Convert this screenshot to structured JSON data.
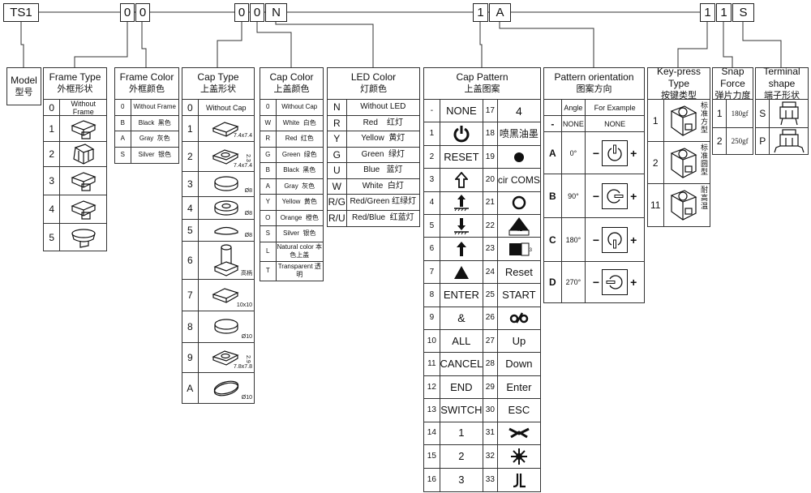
{
  "code_segments": [
    "TS1",
    "0",
    "0",
    "0",
    "0",
    "N",
    "1",
    "A",
    "1",
    "1",
    "S"
  ],
  "model": {
    "en": "Model",
    "zh": "型号"
  },
  "frame_type": {
    "en": "Frame Type",
    "zh": "外框形状",
    "rows": [
      [
        {
          "t": "0"
        },
        {
          "t": "Without Frame"
        }
      ],
      [
        {
          "t": "1"
        },
        {
          "icon": "frame-1-icon"
        }
      ],
      [
        {
          "t": "2"
        },
        {
          "icon": "frame-2-icon"
        }
      ],
      [
        {
          "t": "3"
        },
        {
          "icon": "frame-3-icon"
        }
      ],
      [
        {
          "t": "4"
        },
        {
          "icon": "frame-4-icon"
        }
      ],
      [
        {
          "t": "5"
        },
        {
          "icon": "frame-5-icon"
        }
      ]
    ]
  },
  "frame_color": {
    "en": "Frame Color",
    "zh": "外框颜色",
    "rows": [
      [
        {
          "t": "0"
        },
        {
          "t": "Without Frame"
        }
      ],
      [
        {
          "t": "B"
        },
        {
          "t": "Black  黑色"
        }
      ],
      [
        {
          "t": "A"
        },
        {
          "t": "Gray  灰色"
        }
      ],
      [
        {
          "t": "S"
        },
        {
          "t": "Silver  银色"
        }
      ]
    ]
  },
  "cap_type": {
    "en": "Cap Type",
    "zh": "上盖形状",
    "rows": [
      [
        {
          "t": "0"
        },
        {
          "t": "Without Cap"
        }
      ],
      [
        {
          "t": "1"
        },
        {
          "icon": "square-cap-icon",
          "dim": "7.4x7.4"
        }
      ],
      [
        {
          "t": "2"
        },
        {
          "icon": "square-hole-cap-icon",
          "dim": "7.4x7.4",
          "dim2": "2.3"
        }
      ],
      [
        {
          "t": "3"
        },
        {
          "icon": "round-cap-icon",
          "dim": "Ø8"
        }
      ],
      [
        {
          "t": "4"
        },
        {
          "icon": "ring-cap-icon",
          "dim": "Ø8"
        }
      ],
      [
        {
          "t": "5"
        },
        {
          "icon": "flat-round-cap-icon",
          "dim": "Ø8"
        }
      ],
      [
        {
          "t": "6"
        },
        {
          "icon": "tall-cap-icon",
          "dim": "高柄"
        }
      ],
      [
        {
          "t": "7"
        },
        {
          "icon": "large-square-cap-icon",
          "dim": "10x10"
        }
      ],
      [
        {
          "t": "8"
        },
        {
          "icon": "large-round-cap-icon",
          "dim": "Ø10"
        }
      ],
      [
        {
          "t": "9"
        },
        {
          "icon": "square-hole-cap-icon",
          "dim": "7.8x7.8",
          "dim2": "2.9"
        }
      ],
      [
        {
          "t": "A"
        },
        {
          "icon": "tilted-round-cap-icon",
          "dim": "Ø10"
        }
      ]
    ]
  },
  "cap_color": {
    "en": "Cap Color",
    "zh": "上盖颜色",
    "rows": [
      [
        {
          "t": "0"
        },
        {
          "t": "Without Cap"
        }
      ],
      [
        {
          "t": "W"
        },
        {
          "t": "White  白色"
        }
      ],
      [
        {
          "t": "R"
        },
        {
          "t": "Red  红色"
        }
      ],
      [
        {
          "t": "G"
        },
        {
          "t": "Green  绿色"
        }
      ],
      [
        {
          "t": "B"
        },
        {
          "t": "Black  黑色"
        }
      ],
      [
        {
          "t": "A"
        },
        {
          "t": "Gray  灰色"
        }
      ],
      [
        {
          "t": "Y"
        },
        {
          "t": "Yellow  黄色"
        }
      ],
      [
        {
          "t": "O"
        },
        {
          "t": "Orange  橙色"
        }
      ],
      [
        {
          "t": "S"
        },
        {
          "t": "Silver  银色"
        }
      ],
      [
        {
          "t": "L"
        },
        {
          "t": "Natural color 本色上盖"
        }
      ],
      [
        {
          "t": "T"
        },
        {
          "t": "Transparent 透明"
        }
      ]
    ]
  },
  "led_color": {
    "en": "LED Color",
    "zh": "灯颜色",
    "rows": [
      [
        {
          "t": "N"
        },
        {
          "t": "Without LED"
        }
      ],
      [
        {
          "t": "R"
        },
        {
          "t": "Red    红灯"
        }
      ],
      [
        {
          "t": "Y"
        },
        {
          "t": "Yellow  黄灯"
        }
      ],
      [
        {
          "t": "G"
        },
        {
          "t": "Green  绿灯"
        }
      ],
      [
        {
          "t": "U"
        },
        {
          "t": "Blue   蓝灯"
        }
      ],
      [
        {
          "t": "W"
        },
        {
          "t": "White  白灯"
        }
      ],
      [
        {
          "t": "R/G"
        },
        {
          "t": "Red/Green 红绿灯"
        }
      ],
      [
        {
          "t": "R/U"
        },
        {
          "t": "Red/Blue  红蓝灯"
        }
      ]
    ]
  },
  "cap_pattern": {
    "en": "Cap Pattern",
    "zh": "上盖图案",
    "rows": [
      [
        {
          "t": "-"
        },
        {
          "t": "NONE"
        },
        {
          "t": "17"
        },
        {
          "t": "4",
          "c": "big"
        }
      ],
      [
        {
          "t": "1"
        },
        {
          "icon": "power-icon"
        },
        {
          "t": "18"
        },
        {
          "t": "喷黑油墨",
          "c": "med"
        }
      ],
      [
        {
          "t": "2"
        },
        {
          "t": "RESET"
        },
        {
          "t": "19"
        },
        {
          "icon": "filled-circle-icon"
        }
      ],
      [
        {
          "t": "3"
        },
        {
          "icon": "hollow-up-arrow-icon"
        },
        {
          "t": "20"
        },
        {
          "t": "cir COMS"
        }
      ],
      [
        {
          "t": "4"
        },
        {
          "icon": "up-arrow-ground-icon"
        },
        {
          "t": "21"
        },
        {
          "icon": "hollow-circle-icon"
        }
      ],
      [
        {
          "t": "5"
        },
        {
          "icon": "down-arrow-ground-icon"
        },
        {
          "t": "22"
        },
        {
          "icon": "triangle-4-2-icon",
          "dim": "4.2"
        }
      ],
      [
        {
          "t": "6"
        },
        {
          "icon": "up-arrow-icon"
        },
        {
          "t": "23"
        },
        {
          "icon": "square-3-icon",
          "dim": "3"
        }
      ],
      [
        {
          "t": "7"
        },
        {
          "icon": "filled-triangle-icon"
        },
        {
          "t": "24"
        },
        {
          "t": "Reset"
        }
      ],
      [
        {
          "t": "8"
        },
        {
          "t": "ENTER"
        },
        {
          "t": "25"
        },
        {
          "t": "START"
        }
      ],
      [
        {
          "t": "9"
        },
        {
          "t": "&",
          "c": "big"
        },
        {
          "t": "26"
        },
        {
          "icon": "percent-symbol-icon"
        }
      ],
      [
        {
          "t": "10"
        },
        {
          "t": "ALL"
        },
        {
          "t": "27"
        },
        {
          "t": "Up"
        }
      ],
      [
        {
          "t": "11"
        },
        {
          "t": "CANCEL"
        },
        {
          "t": "28"
        },
        {
          "t": "Down"
        }
      ],
      [
        {
          "t": "12"
        },
        {
          "t": "END"
        },
        {
          "t": "29"
        },
        {
          "t": "Enter"
        }
      ],
      [
        {
          "t": "13"
        },
        {
          "t": "SWITCH"
        },
        {
          "t": "30"
        },
        {
          "t": "ESC"
        }
      ],
      [
        {
          "t": "14"
        },
        {
          "t": "1"
        },
        {
          "t": "31"
        },
        {
          "icon": "bird-symbol-icon"
        }
      ],
      [
        {
          "t": "15"
        },
        {
          "t": "2"
        },
        {
          "t": "32"
        },
        {
          "icon": "sun-symbol-icon"
        }
      ],
      [
        {
          "t": "16"
        },
        {
          "t": "3"
        },
        {
          "t": "33"
        },
        {
          "icon": "jl-symbol-icon"
        }
      ]
    ]
  },
  "pattern_orientation": {
    "en": "Pattern orientation",
    "zh": "图案方向",
    "rows": [
      [
        {
          "t": ""
        },
        {
          "t": "Angle"
        },
        {
          "t": "For Example"
        }
      ],
      [
        {
          "t": "-"
        },
        {
          "t": "NONE"
        },
        {
          "t": "NONE"
        }
      ],
      [
        {
          "t": "A"
        },
        {
          "t": "0°"
        },
        {
          "icon": "power-example-icon",
          "rot": 0,
          "minus": "−",
          "plus": "+"
        }
      ],
      [
        {
          "t": "B"
        },
        {
          "t": "90°"
        },
        {
          "icon": "power-example-icon",
          "rot": 90,
          "minus": "−",
          "plus": "+"
        }
      ],
      [
        {
          "t": "C"
        },
        {
          "t": "180°"
        },
        {
          "icon": "power-example-icon",
          "rot": 180,
          "minus": "−",
          "plus": "+"
        }
      ],
      [
        {
          "t": "D"
        },
        {
          "t": "270°"
        },
        {
          "icon": "power-example-icon",
          "rot": 270,
          "minus": "−",
          "plus": "+"
        }
      ]
    ]
  },
  "keypress_type": {
    "en": "Key-press Type",
    "zh": "按键类型",
    "rows": [
      [
        {
          "t": "1"
        },
        {
          "icon": "square-switch-icon",
          "vz": "标准方型"
        }
      ],
      [
        {
          "t": "2"
        },
        {
          "icon": "round-switch-icon",
          "vz": "标准圆型"
        }
      ],
      [
        {
          "t": "11"
        },
        {
          "icon": "high-temp-switch-icon",
          "vz": "耐高温"
        }
      ]
    ]
  },
  "snap_force": {
    "en": "Snap Force",
    "zh": "弹片力度",
    "rows": [
      [
        {
          "t": "1"
        },
        {
          "t": "180gf"
        }
      ],
      [
        {
          "t": "2"
        },
        {
          "t": "250gf"
        }
      ]
    ]
  },
  "terminal_shape": {
    "en": "Terminal shape",
    "zh": "端子形状",
    "rows": [
      [
        {
          "t": "S"
        },
        {
          "icon": "straight-terminal-icon"
        }
      ],
      [
        {
          "t": "P"
        },
        {
          "icon": "pcb-terminal-icon"
        }
      ]
    ]
  }
}
